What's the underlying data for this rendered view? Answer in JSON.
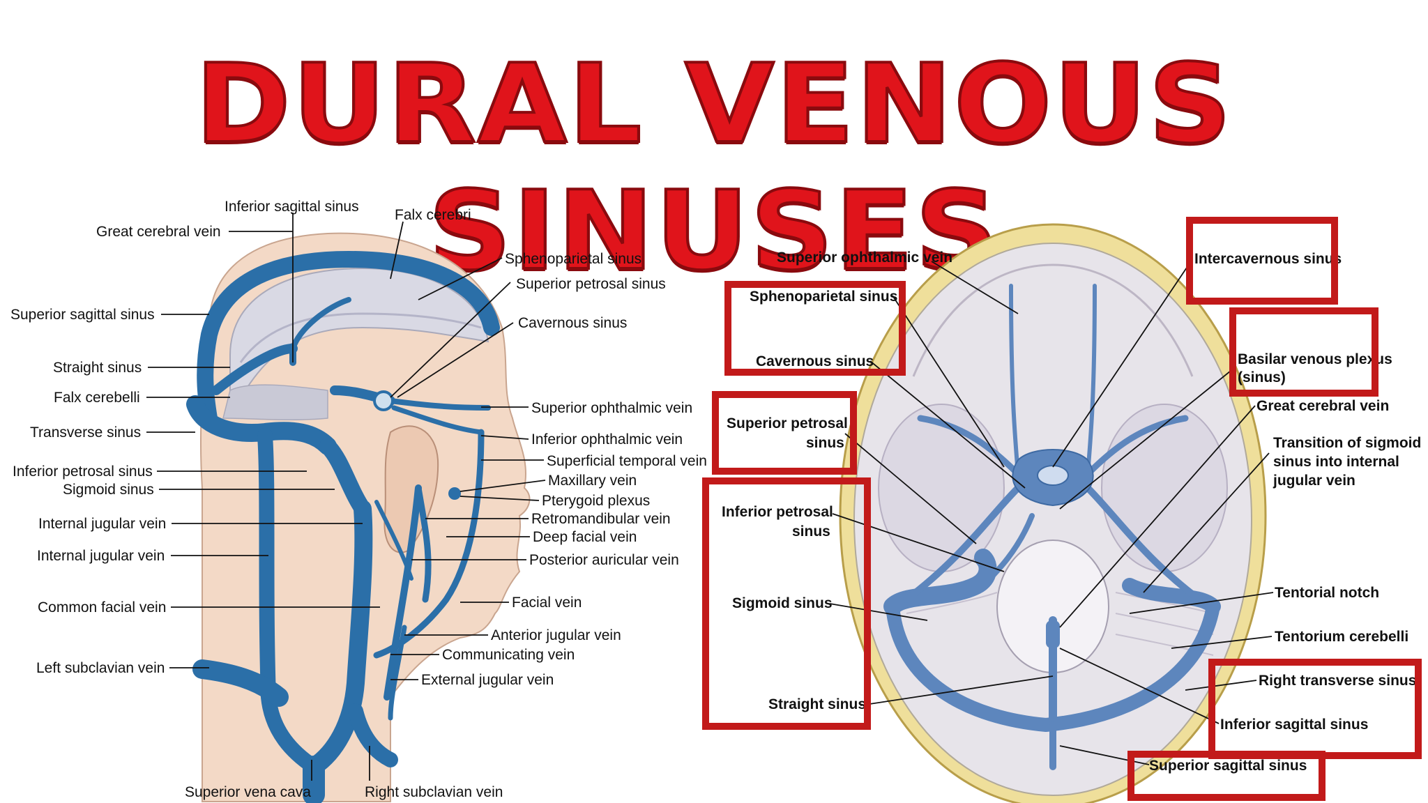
{
  "title": "DURAL VENOUS SINUSES",
  "colors": {
    "title_red": "#e0141b",
    "vein_blue": "#2b6fa8",
    "skin": "#f3d9c6",
    "brain_gray": "#d9d9e4",
    "skull_yellow": "#efdf9b",
    "highlight_box": "#c21a1a"
  },
  "left_panel": {
    "labels": {
      "inferior_sagittal_sinus": "Inferior sagittal sinus",
      "falx_cerebri": "Falx cerebri",
      "great_cerebral_vein": "Great cerebral vein",
      "sphenoparietal_sinus": "Sphenoparietal sinus",
      "superior_petrosal_sinus": "Superior petrosal sinus",
      "superior_sagittal_sinus": "Superior sagittal sinus",
      "cavernous_sinus": "Cavernous sinus",
      "straight_sinus": "Straight sinus",
      "falx_cerebelli": "Falx cerebelli",
      "superior_ophthalmic_vein": "Superior ophthalmic vein",
      "transverse_sinus": "Transverse sinus",
      "inferior_ophthalmic_vein": "Inferior ophthalmic vein",
      "superficial_temporal_vein": "Superficial temporal vein",
      "inferior_petrosal_sinus": "Inferior petrosal sinus",
      "maxillary_vein": "Maxillary vein",
      "sigmoid_sinus": "Sigmoid sinus",
      "pterygoid_plexus": "Pterygoid plexus",
      "retromandibular_vein": "Retromandibular vein",
      "internal_jugular_vein_1": "Internal jugular vein",
      "deep_facial_vein": "Deep facial vein",
      "internal_jugular_vein_2": "Internal jugular vein",
      "posterior_auricular_vein": "Posterior auricular vein",
      "common_facial_vein": "Common facial vein",
      "facial_vein": "Facial vein",
      "anterior_jugular_vein": "Anterior jugular vein",
      "communicating_vein": "Communicating vein",
      "left_subclavian_vein": "Left subclavian vein",
      "external_jugular_vein": "External jugular vein",
      "superior_vena_cava": "Superior vena cava",
      "right_subclavian_vein": "Right subclavian vein"
    }
  },
  "right_panel": {
    "labels": {
      "superior_ophthalmic_vein": "Superior ophthalmic vein",
      "intercavernous_sinus": "Intercavernous sinus",
      "sphenoparietal_sinus": "Sphenoparietal sinus",
      "cavernous_sinus": "Cavernous sinus",
      "basilar_venous_plexus_1": "Basilar venous plexus",
      "basilar_venous_plexus_2": "(sinus)",
      "great_cerebral_vein": "Great cerebral vein",
      "superior_petrosal_sinus_1": "Superior petrosal",
      "superior_petrosal_sinus_2": "sinus",
      "transition_1": "Transition of sigmoid",
      "transition_2": "sinus into internal",
      "transition_3": "jugular vein",
      "inferior_petrosal_sinus_1": "Inferior petrosal",
      "inferior_petrosal_sinus_2": "sinus",
      "sigmoid_sinus": "Sigmoid sinus",
      "tentorial_notch": "Tentorial notch",
      "tentorium_cerebelli": "Tentorium cerebelli",
      "right_transverse_sinus": "Right transverse sinus",
      "straight_sinus": "Straight sinus",
      "inferior_sagittal_sinus": "Inferior sagittal sinus",
      "superior_sagittal_sinus": "Superior sagittal sinus"
    }
  }
}
